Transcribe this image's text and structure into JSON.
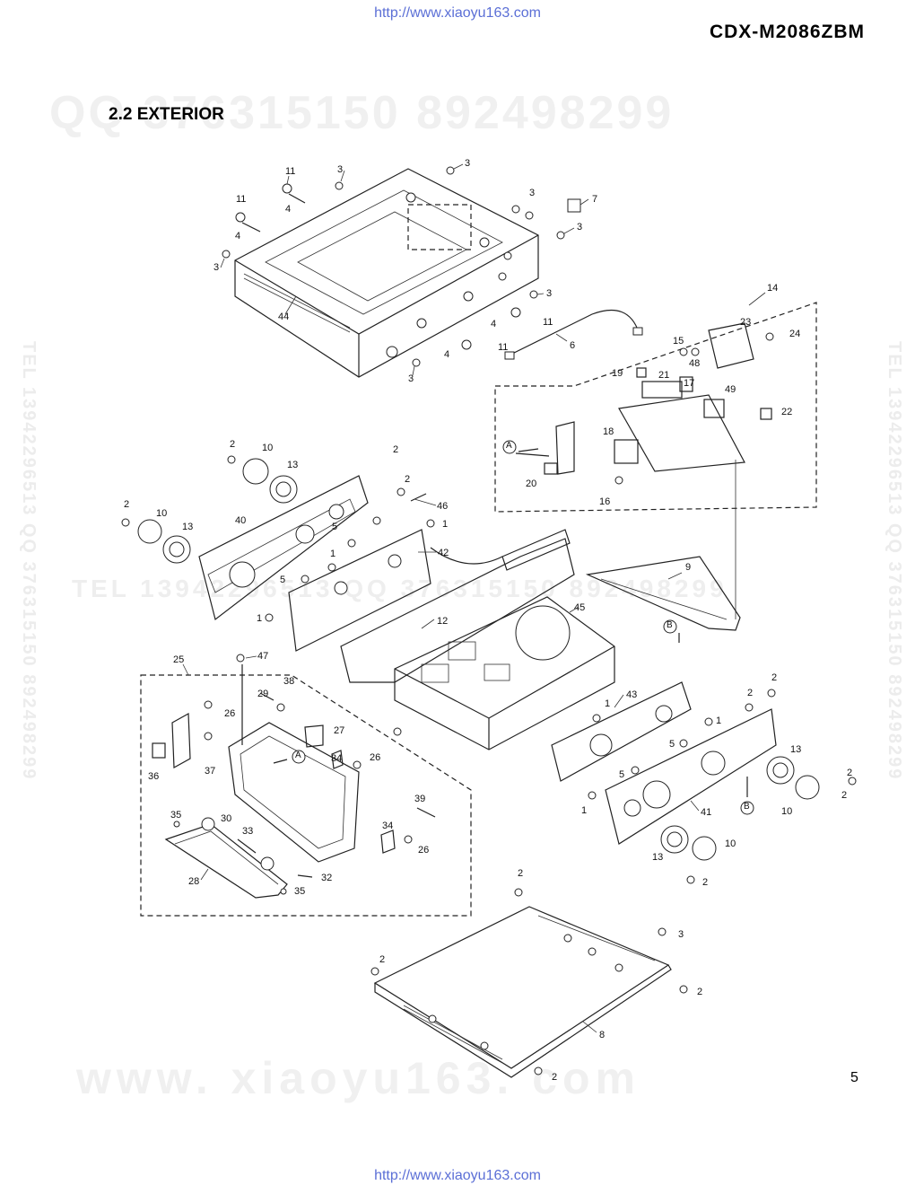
{
  "header": {
    "url_top": "http://www.xiaoyu163.com",
    "model": "CDX-M2086ZBM"
  },
  "section_title": "2.2 EXTERIOR",
  "footer": {
    "page_number": "5",
    "url_bottom": "http://www.xiaoyu163.com"
  },
  "watermarks": {
    "qq": "QQ 376315150   892498299",
    "www": "www. xiaoyu163. com",
    "tel": "TEL 13942296513   QQ 376315150   892498299",
    "vertical": "TEL 13942296513  QQ 376315150  892498299"
  },
  "callouts": {
    "a": "A",
    "b": "B"
  }
}
